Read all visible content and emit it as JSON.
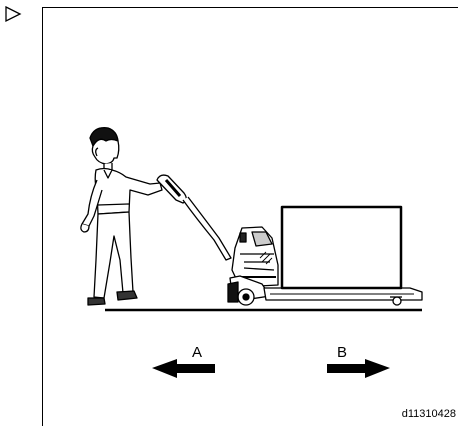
{
  "marker": {
    "icon": "triangle-right-outline-icon"
  },
  "labels": {
    "direction_a": "A",
    "direction_b": "B"
  },
  "figure": {
    "id": "d11310428"
  },
  "icons": {
    "arrow_a": "arrow-left-icon",
    "arrow_b": "arrow-right-icon"
  },
  "colors": {
    "ink": "#000000",
    "paper": "#ffffff",
    "frame_shade": "#dcdcdc"
  }
}
